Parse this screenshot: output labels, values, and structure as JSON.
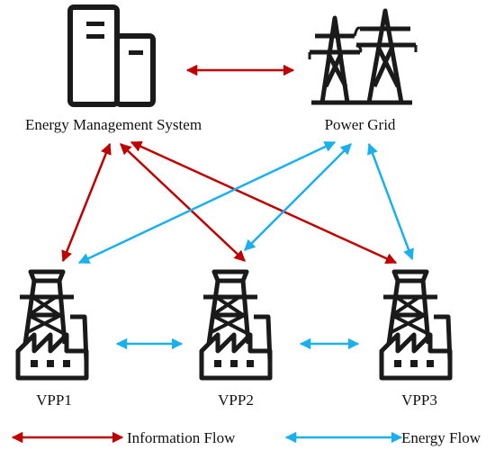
{
  "nodes": {
    "ems": {
      "label": "Energy Management System",
      "icon": "server-icon"
    },
    "grid": {
      "label": "Power Grid",
      "icon": "transmission-tower-icon"
    },
    "vpp1": {
      "label": "VPP1",
      "icon": "power-plant-icon"
    },
    "vpp2": {
      "label": "VPP2",
      "icon": "power-plant-icon"
    },
    "vpp3": {
      "label": "VPP3",
      "icon": "power-plant-icon"
    }
  },
  "edges": [
    {
      "from": "ems",
      "to": "grid",
      "type": "information"
    },
    {
      "from": "ems",
      "to": "vpp1",
      "type": "information"
    },
    {
      "from": "ems",
      "to": "vpp2",
      "type": "information"
    },
    {
      "from": "ems",
      "to": "vpp3",
      "type": "information"
    },
    {
      "from": "grid",
      "to": "vpp1",
      "type": "energy"
    },
    {
      "from": "grid",
      "to": "vpp2",
      "type": "energy"
    },
    {
      "from": "grid",
      "to": "vpp3",
      "type": "energy"
    },
    {
      "from": "vpp1",
      "to": "vpp2",
      "type": "energy"
    },
    {
      "from": "vpp2",
      "to": "vpp3",
      "type": "energy"
    }
  ],
  "legend": {
    "information": {
      "label": "Information Flow",
      "color": "#c00000"
    },
    "energy": {
      "label": "Energy Flow",
      "color": "#1ab0ee"
    }
  },
  "colors": {
    "icon": "#1a1a1a",
    "information": "#c00000",
    "energy": "#1ab0ee"
  }
}
